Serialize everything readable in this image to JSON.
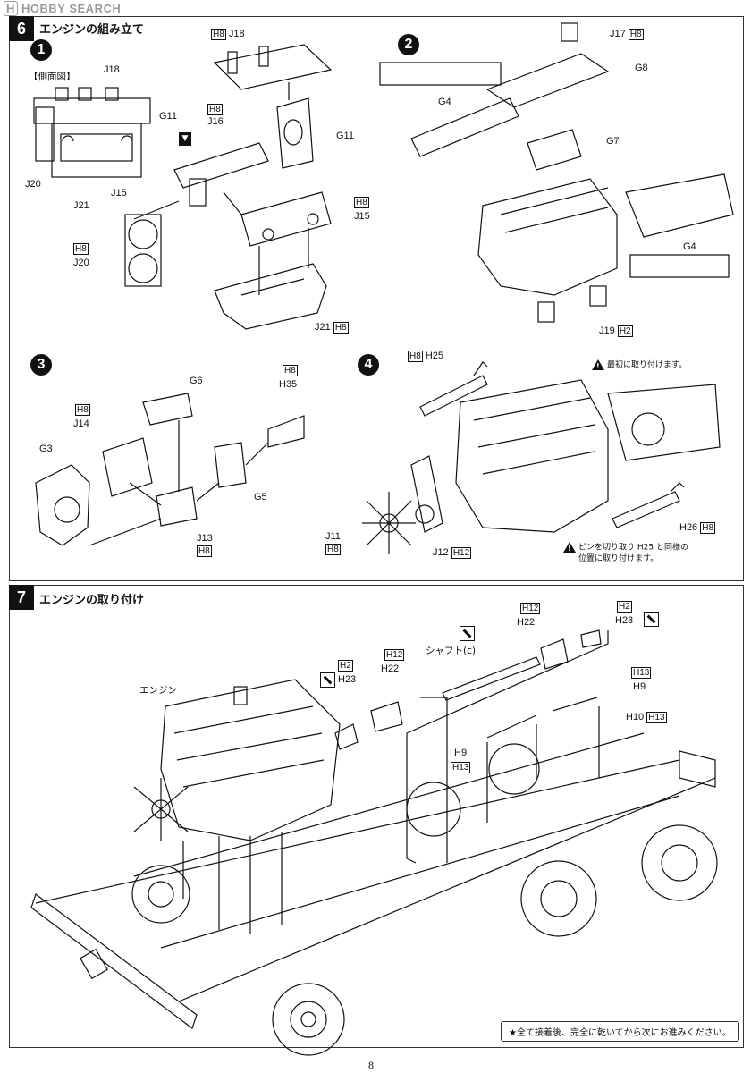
{
  "watermark": "HOBBY SEARCH",
  "watermark_brand": "H",
  "page_number": "8",
  "step6": {
    "number": "6",
    "title": "エンジンの組み立て",
    "sub1": {
      "number": "1",
      "side_view_label": "【側面図】",
      "labels": {
        "j18_side": "J18",
        "g11_side": "G11",
        "j20_side": "J20",
        "j15_side": "J15",
        "j21_side": "J21",
        "h8_j18": "H8",
        "j18": "J18",
        "g11": "G11",
        "h8_j16": "H8",
        "j16": "J16",
        "h8_j15": "H8",
        "j15": "J15",
        "h8_j20": "H8",
        "j20": "J20",
        "j21": "J21",
        "h8_j21": "H8"
      }
    },
    "sub2": {
      "number": "2",
      "labels": {
        "j17": "J17",
        "h8_j17": "H8",
        "g8": "G8",
        "g4_top": "G4",
        "g7": "G7",
        "g4_right": "G4",
        "j19": "J19",
        "h2_j19": "H2"
      }
    },
    "sub3": {
      "number": "3",
      "labels": {
        "g6": "G6",
        "h8_h35": "H8",
        "h35": "H35",
        "h8_j14": "H8",
        "j14": "J14",
        "g3": "G3",
        "g5": "G5",
        "j13": "J13",
        "h8_j13": "H8"
      }
    },
    "sub4": {
      "number": "4",
      "labels": {
        "h8_h25": "H8",
        "h25": "H25",
        "h26": "H26",
        "h8_h26": "H8",
        "j11": "J11",
        "h8_j11": "H8",
        "j12": "J12",
        "h12_j12": "H12"
      },
      "note_first": "最初に取り付けます。",
      "note_pin_1": "ピンを切り取り H25 と同様の",
      "note_pin_2": "位置に取り付けます。"
    }
  },
  "step7": {
    "number": "7",
    "title": "エンジンの取り付け",
    "labels": {
      "engine": "エンジン",
      "shaft": "シャフト(c)",
      "h2_left": "H2",
      "h23_left": "H23",
      "h12_left": "H12",
      "h22_left": "H22",
      "h12_right": "H12",
      "h22_right": "H22",
      "h2_right": "H2",
      "h23_right": "H23",
      "h13_top": "H13",
      "h9_top": "H9",
      "h10": "H10",
      "h13_h10": "H13",
      "h9_bottom": "H9",
      "h13_bottom": "H13"
    },
    "footnote": "★全て接着後、完全に乾いてから次にお進みください。"
  }
}
